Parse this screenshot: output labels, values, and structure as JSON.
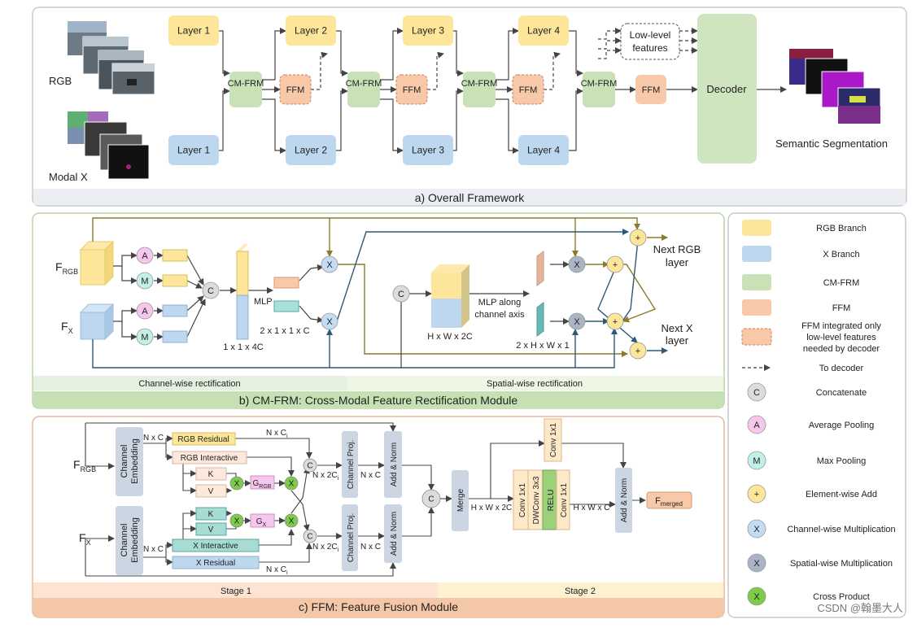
{
  "panel_a": {
    "caption": "a)  Overall Framework",
    "rgb_label": "RGB",
    "modal_label": "Modal X",
    "layers_rgb": [
      "Layer 1",
      "Layer 2",
      "Layer 3",
      "Layer 4"
    ],
    "layers_x": [
      "Layer 1",
      "Layer 2",
      "Layer 3",
      "Layer 4"
    ],
    "cmfrm": "CM-FRM",
    "ffm": "FFM",
    "low_level": [
      "Low-level",
      "features"
    ],
    "decoder": "Decoder",
    "output_label": "Semantic Segmentation"
  },
  "panel_b": {
    "caption": "b)  CM-FRM: Cross-Modal Feature Rectification Module",
    "f_rgb": "F",
    "f_rgb_sub": "RGB",
    "f_x": "F",
    "f_x_sub": "X",
    "avg": "A",
    "max": "M",
    "concat": "C",
    "mult": "X",
    "add": "+",
    "mlp": "MLP",
    "dim_4c": "1 x 1 x 4C",
    "dim_2c": "2 x 1 x 1 x C",
    "dim_hw2c": "H x W x 2C",
    "mlp_channel": [
      "MLP along",
      "channel axis"
    ],
    "dim_2hw1": "2 x H x W x 1",
    "next_rgb": [
      "Next RGB",
      "layer"
    ],
    "next_x": [
      "Next X",
      "layer"
    ],
    "sec_channel": "Channel-wise rectification",
    "sec_spatial": "Spatial-wise rectification"
  },
  "panel_c": {
    "caption": "c) FFM: Feature Fusion Module",
    "f_rgb": "F",
    "f_rgb_sub": "RGB",
    "f_x": "F",
    "f_x_sub": "X",
    "channel_embedding": [
      "Channel",
      "Embedding"
    ],
    "nxc": "N x C",
    "nxci": "N x C",
    "nxci_sub": "i",
    "rgb_residual": "RGB Residual",
    "rgb_interactive": "RGB Interactive",
    "x_interactive": "X Interactive",
    "x_residual": "X Residual",
    "k": "K",
    "v": "V",
    "g_rgb": "G",
    "g_rgb_sub": "RGB",
    "g_x": "G",
    "g_x_sub": "X",
    "nx2ci": "N x 2C",
    "nx2ci_sub": "i",
    "channel_proj": "Channel Proj.",
    "add_norm": "Add & Norm",
    "merge": "Merge",
    "hxwx2c": "H x W x 2C",
    "conv1x1": "Conv 1x1",
    "dwconv": "DWConv 3x3",
    "relu": "RELU",
    "hxwxc": "H x W x C",
    "f_merged": "F",
    "f_merged_sub": "merged",
    "stage1": "Stage 1",
    "stage2": "Stage 2"
  },
  "legend": {
    "items": [
      {
        "label": "RGB Branch",
        "color": "#fde59a"
      },
      {
        "label": "X Branch",
        "color": "#bcd7ee"
      },
      {
        "label": "CM-FRM",
        "color": "#c8e1b7"
      },
      {
        "label": "FFM",
        "color": "#f7c9a9"
      },
      {
        "label": [
          "FFM integrated only",
          "low-level features",
          "needed by decoder"
        ],
        "color": "#f7c9a9"
      },
      {
        "label": "To decoder"
      },
      {
        "label": "Concatenate",
        "symbol": "C",
        "color": "#dcdcdc"
      },
      {
        "label": "Average Pooling",
        "symbol": "A",
        "color": "#f6c6ec"
      },
      {
        "label": "Max Pooling",
        "symbol": "M",
        "color": "#c2efe6"
      },
      {
        "label": "Element-wise Add",
        "symbol": "+",
        "color": "#fde59a"
      },
      {
        "label": "Channel-wise Multiplication",
        "symbol": "X",
        "color": "#c4dcf2"
      },
      {
        "label": "Spatial-wise Multiplication",
        "symbol": "X",
        "color": "#aab4c4"
      },
      {
        "label": "Cross Product",
        "symbol": "X",
        "color": "#7ecb4a"
      }
    ]
  },
  "watermark": "CSDN @翰墨大人",
  "colors": {
    "rgb": "#fde59a",
    "x": "#bcd7ee",
    "cmfrm": "#c8e1b7",
    "ffm": "#f7c9a9",
    "panel_bg": "#ebeef2",
    "panel_b_bar": "#c5e0b2",
    "panel_c_bar": "#f4c8a6",
    "arrow": "#4a4a4a",
    "olive": "#8a7a2a",
    "navy": "#2f5876"
  }
}
